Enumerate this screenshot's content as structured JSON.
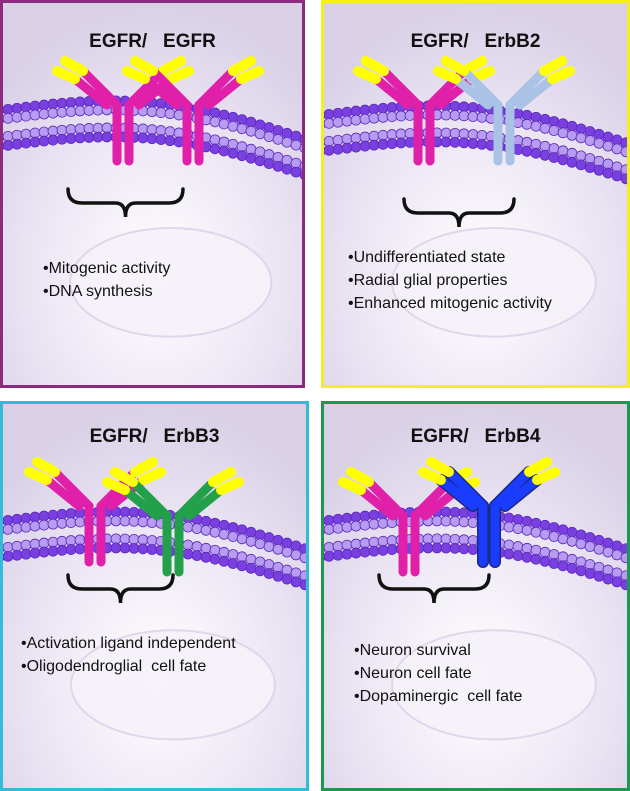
{
  "colors": {
    "egfr": "#e020a8",
    "tips": "#ffff00",
    "membrane": "#7a3fe0",
    "membrane_light": "#b79cf2",
    "erbb2": "#a9c2e6",
    "erbb3": "#22a04a",
    "erbb4": "#1a3cff",
    "bracket": "#111111"
  },
  "panels": [
    {
      "border_color": "#8b2a7f",
      "title": "EGFR/   EGFR",
      "partner": "EGFR",
      "items": [
        "•Mitogenic activity",
        "•DNA synthesis"
      ]
    },
    {
      "border_color": "#f5ee22",
      "title": "EGFR/   ErbB2",
      "partner": "ErbB2",
      "items": [
        "•Undifferentiated state",
        "•Radial glial properties",
        "•Enhanced mitogenic activity"
      ]
    },
    {
      "border_color": "#33bcd8",
      "title": "EGFR/   ErbB3",
      "partner": "ErbB3",
      "items": [
        "•Activation ligand independent",
        "•Oligodendroglial  cell fate"
      ]
    },
    {
      "border_color": "#1a9a4e",
      "title": "EGFR/   ErbB4",
      "partner": "ErbB4",
      "items": [
        "•Neuron survival",
        "•Neuron cell fate",
        "•Dopaminergic  cell fate"
      ]
    }
  ]
}
